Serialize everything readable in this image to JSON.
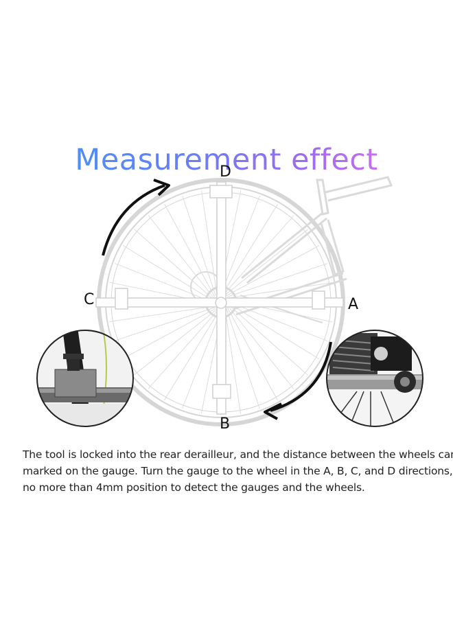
{
  "title": "Measurement effect",
  "labels": {
    "a": "A",
    "b": "B",
    "c": "C",
    "d": "D"
  },
  "caption": {
    "line1": "The tool is locked into the rear derailleur, and the distance between the  wheels can be",
    "line2": "marked on the gauge. Turn the gauge to the wheel in the A, B, C, and D directions, and",
    "line3": "no more than 4mm position to detect the gauges and the wheels."
  },
  "icons": [
    "rotate-arrow-top-icon",
    "rotate-arrow-bottom-icon"
  ],
  "colors": {
    "title_start": "#4e8ef7",
    "title_end": "#c56ef0",
    "text": "#222222"
  }
}
